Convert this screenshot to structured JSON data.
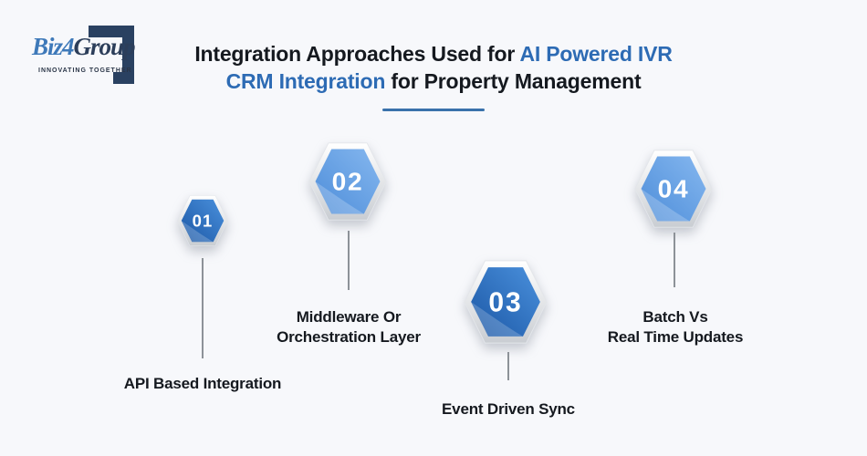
{
  "logo": {
    "biz": "Biz",
    "four": "4",
    "group": "Group",
    "tagline": "INNOVATING TOGETHER",
    "navy": "#2a4161",
    "blue": "#3e79b9"
  },
  "title": {
    "l1_dark": "Integration Approaches Used for ",
    "l1_blue": "AI Powered IVR",
    "l2_blue": "CRM Integration",
    "l2_dark": " for Property Management",
    "accent": "#2d6bb4",
    "text_color": "#15191f",
    "underline_color": "#3a72ab"
  },
  "steps": [
    {
      "number": "01",
      "label": "API Based Integration",
      "variant": "dark"
    },
    {
      "number": "02",
      "label": "Middleware Or\nOrchestration Layer",
      "variant": "light"
    },
    {
      "number": "03",
      "label": "Event Driven Sync",
      "variant": "dark"
    },
    {
      "number": "04",
      "label": "Batch Vs\nReal Time Updates",
      "variant": "light"
    }
  ],
  "colors": {
    "background": "#f7f8fb",
    "hex_dark_start": "#4a90dc",
    "hex_dark_end": "#1b57a5",
    "hex_light_start": "#85b7ef",
    "hex_light_end": "#4d8dd9",
    "ring_start": "#ffffff",
    "ring_end": "#c9cdd2",
    "connector": "#8d9298",
    "number_text": "#ffffff"
  }
}
